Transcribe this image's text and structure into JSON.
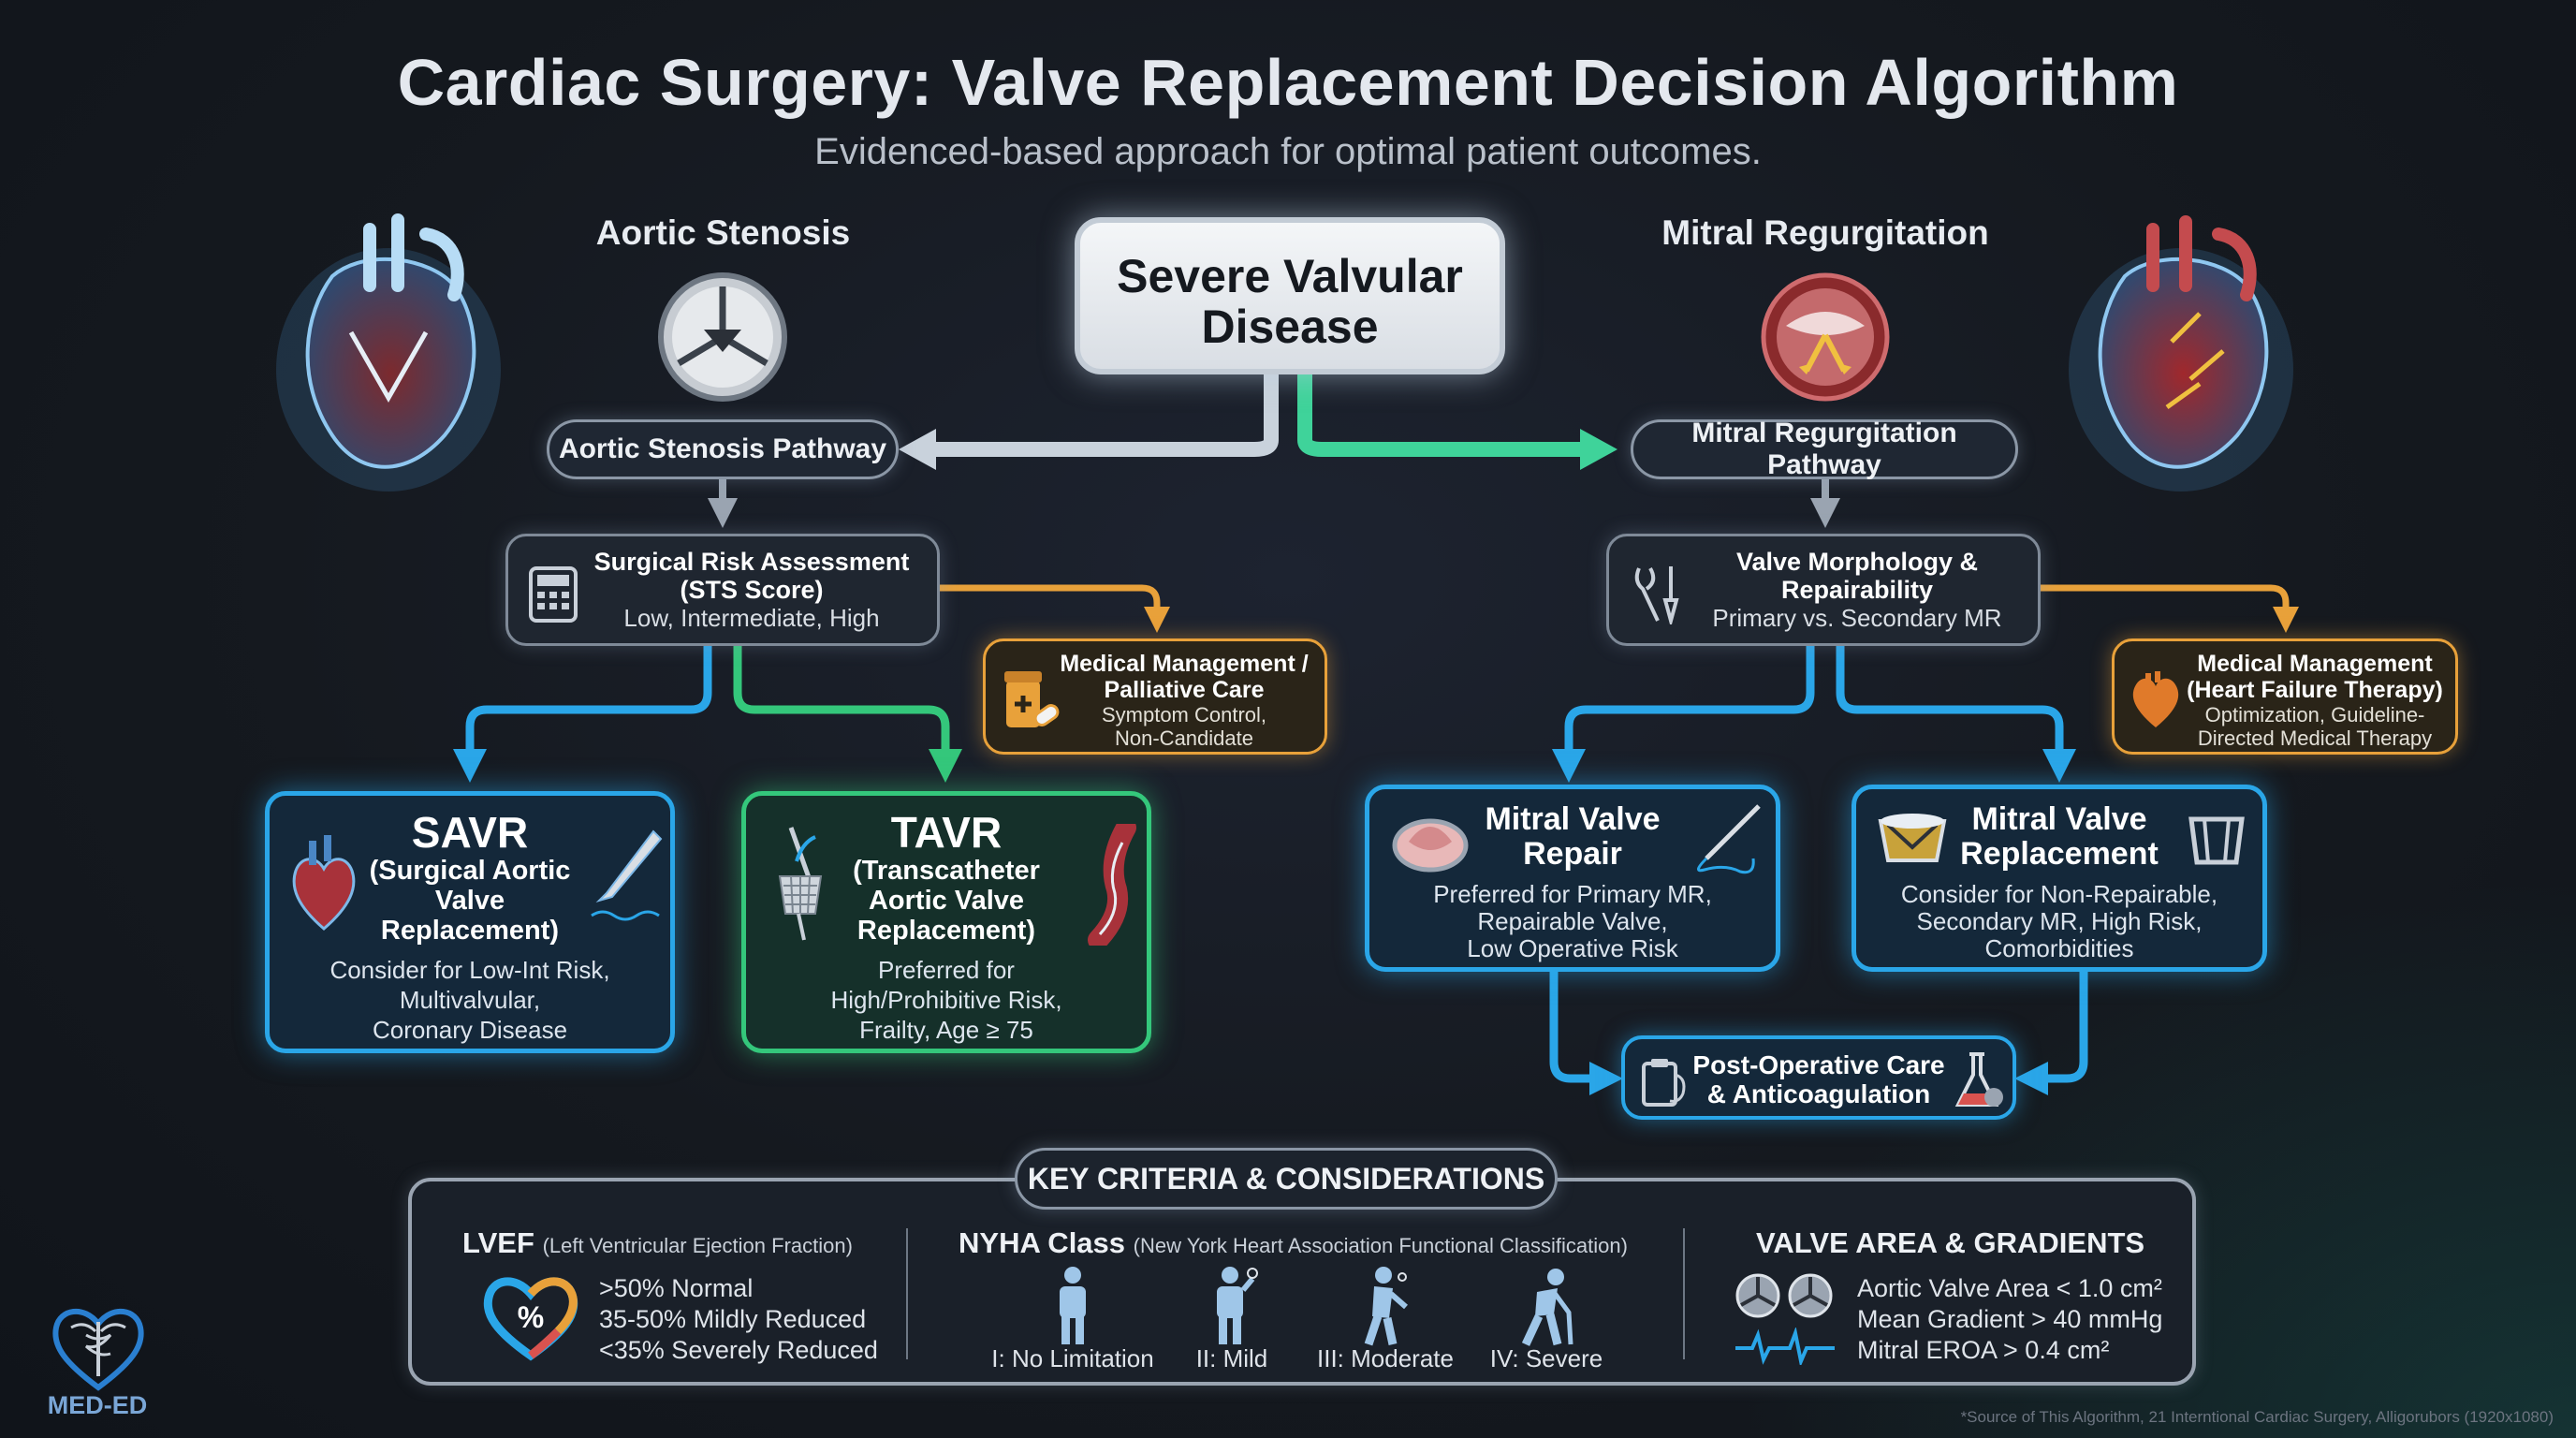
{
  "title": "Cardiac Surgery: Valve Replacement Decision Algorithm",
  "subtitle": "Evidenced-based approach for optimal patient outcomes.",
  "colors": {
    "blue": "#2aa6e8",
    "green": "#34c77b",
    "orange": "#e8a13a",
    "gray": "#8b97a6"
  },
  "labels": {
    "aortic": "Aortic Stenosis",
    "mitral": "Mitral Regurgitation"
  },
  "root": {
    "line1": "Severe Valvular",
    "line2": "Disease"
  },
  "aortic_pathway": "Aortic Stenosis Pathway",
  "mitral_pathway": "Mitral Regurgitation Pathway",
  "risk": {
    "line1": "Surgical Risk Assessment",
    "line2": "(STS Score)",
    "line3": "Low, Intermediate, High"
  },
  "morph": {
    "line1": "Valve Morphology &",
    "line2": "Repairability",
    "line3": "Primary vs. Secondary MR"
  },
  "med_palliative": {
    "line1": "Medical Management /",
    "line2": "Palliative Care",
    "line3": "Symptom Control,",
    "line4": "Non-Candidate"
  },
  "med_hf": {
    "line1": "Medical Management",
    "line2": "(Heart Failure Therapy)",
    "line3": "Optimization, Guideline-",
    "line4": "Directed Medical Therapy"
  },
  "savr": {
    "title": "SAVR",
    "sub1": "(Surgical Aortic",
    "sub2": "Valve",
    "sub3": "Replacement)",
    "d1": "Consider for Low-Int Risk,",
    "d2": "Multivalvular,",
    "d3": "Coronary Disease"
  },
  "tavr": {
    "title": "TAVR",
    "sub1": "(Transcatheter",
    "sub2": "Aortic Valve",
    "sub3": "Replacement)",
    "d1": "Preferred for",
    "d2": "High/Prohibitive Risk,",
    "d3": "Frailty, Age ≥ 75"
  },
  "mv_repair": {
    "t1": "Mitral Valve",
    "t2": "Repair",
    "d1": "Preferred for Primary MR,",
    "d2": "Repairable Valve,",
    "d3": "Low Operative Risk"
  },
  "mv_replace": {
    "t1": "Mitral Valve",
    "t2": "Replacement",
    "d1": "Consider for Non-Repairable,",
    "d2": "Secondary MR, High Risk,",
    "d3": "Comorbidities"
  },
  "postop": {
    "line1": "Post-Operative Care",
    "line2": "& Anticoagulation"
  },
  "criteria": {
    "header": "KEY CRITERIA & CONSIDERATIONS",
    "lvef": {
      "title": "LVEF",
      "subtitle": "(Left Ventricular Ejection Fraction)",
      "badge": "%",
      "items": [
        ">50% Normal",
        "35-50% Mildly Reduced",
        "<35% Severely Reduced"
      ]
    },
    "nyha": {
      "title": "NYHA Class",
      "subtitle": "(New York Heart Association Functional Classification)",
      "classes": [
        "I: No Limitation",
        "II: Mild",
        "III: Moderate",
        "IV: Severe"
      ]
    },
    "valve": {
      "title": "VALVE AREA & GRADIENTS",
      "items": [
        "Aortic Valve Area < 1.0 cm²",
        "Mean Gradient > 40 mmHg",
        "Mitral EROA > 0.4 cm²"
      ]
    }
  },
  "logo": "MED-ED",
  "source": "*Source of This Algorithm, 21 Interntional Cardiac Surgery, Alligorubors (1920x1080)"
}
